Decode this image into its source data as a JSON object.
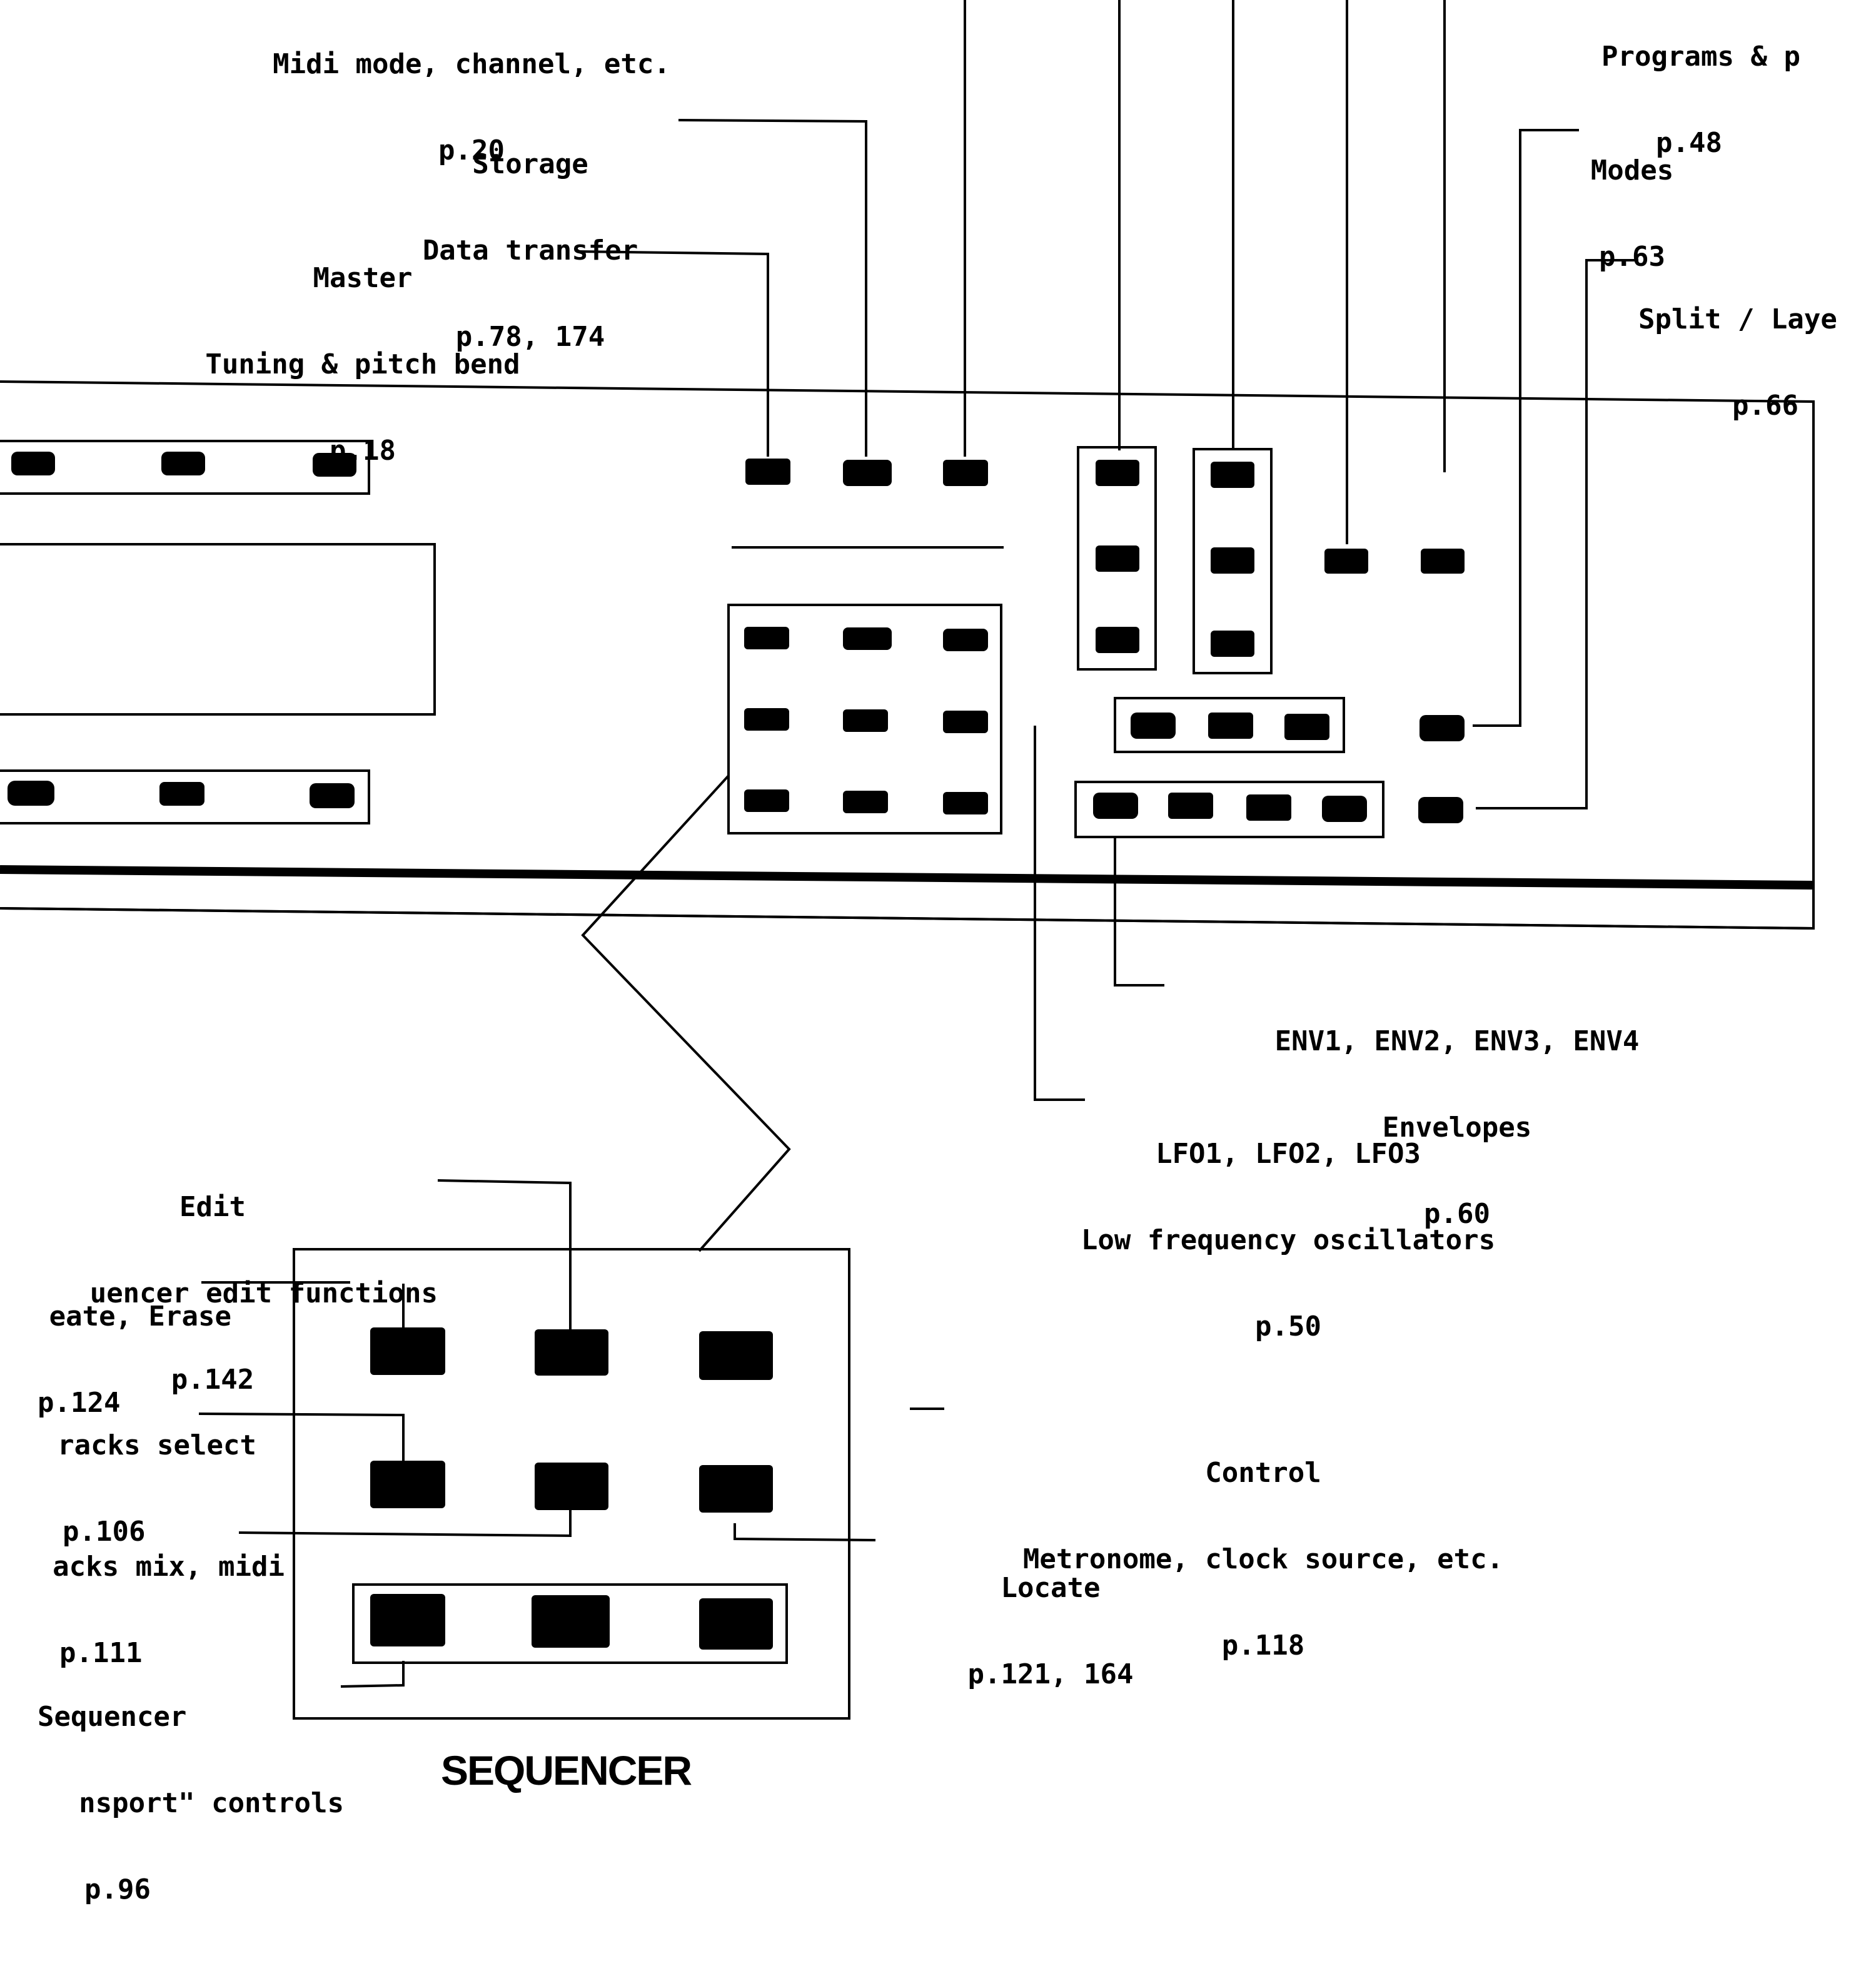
{
  "labels": {
    "midi": {
      "line1": "Midi mode, channel, etc.",
      "line2": "p.20"
    },
    "programs": {
      "line1": "Programs & p",
      "line2": "p.48"
    },
    "storage": {
      "line1": "Storage",
      "line2": "Data transfer",
      "line3": "p.78, 174"
    },
    "modes": {
      "line1": "Modes",
      "line2": "p.63"
    },
    "master": {
      "line1": "Master",
      "line2": "Tuning & pitch bend",
      "line3": "p.18"
    },
    "split": {
      "line1": "Split / Laye",
      "line2": "p.66"
    },
    "envelopes": {
      "line1": "ENV1, ENV2, ENV3, ENV4",
      "line2": "Envelopes",
      "line3": "p.60"
    },
    "lfo": {
      "line1": "LFO1, LFO2, LFO3",
      "line2": "Low frequency oscillators",
      "line3": "p.50"
    },
    "edit": {
      "line1": "Edit",
      "line2": "uencer edit functions",
      "line3": "p.142"
    },
    "create": {
      "line1": "eate, Erase",
      "line2": "p.124"
    },
    "tracks_select": {
      "line1": "racks select",
      "line2": "p.106"
    },
    "tracks_mix": {
      "line1": "acks mix, midi",
      "line2": "p.111"
    },
    "control": {
      "line1": "Control",
      "line2": "Metronome, clock source, etc.",
      "line3": "p.118"
    },
    "locate": {
      "line1": "Locate",
      "line2": "p.121, 164"
    },
    "transport": {
      "line1": "Sequencer",
      "line2": "nsport\" controls",
      "line3": "p.96"
    },
    "sequencer_title": "SEQUENCER"
  },
  "colors": {
    "ink": "#000000",
    "paper": "#ffffff"
  }
}
